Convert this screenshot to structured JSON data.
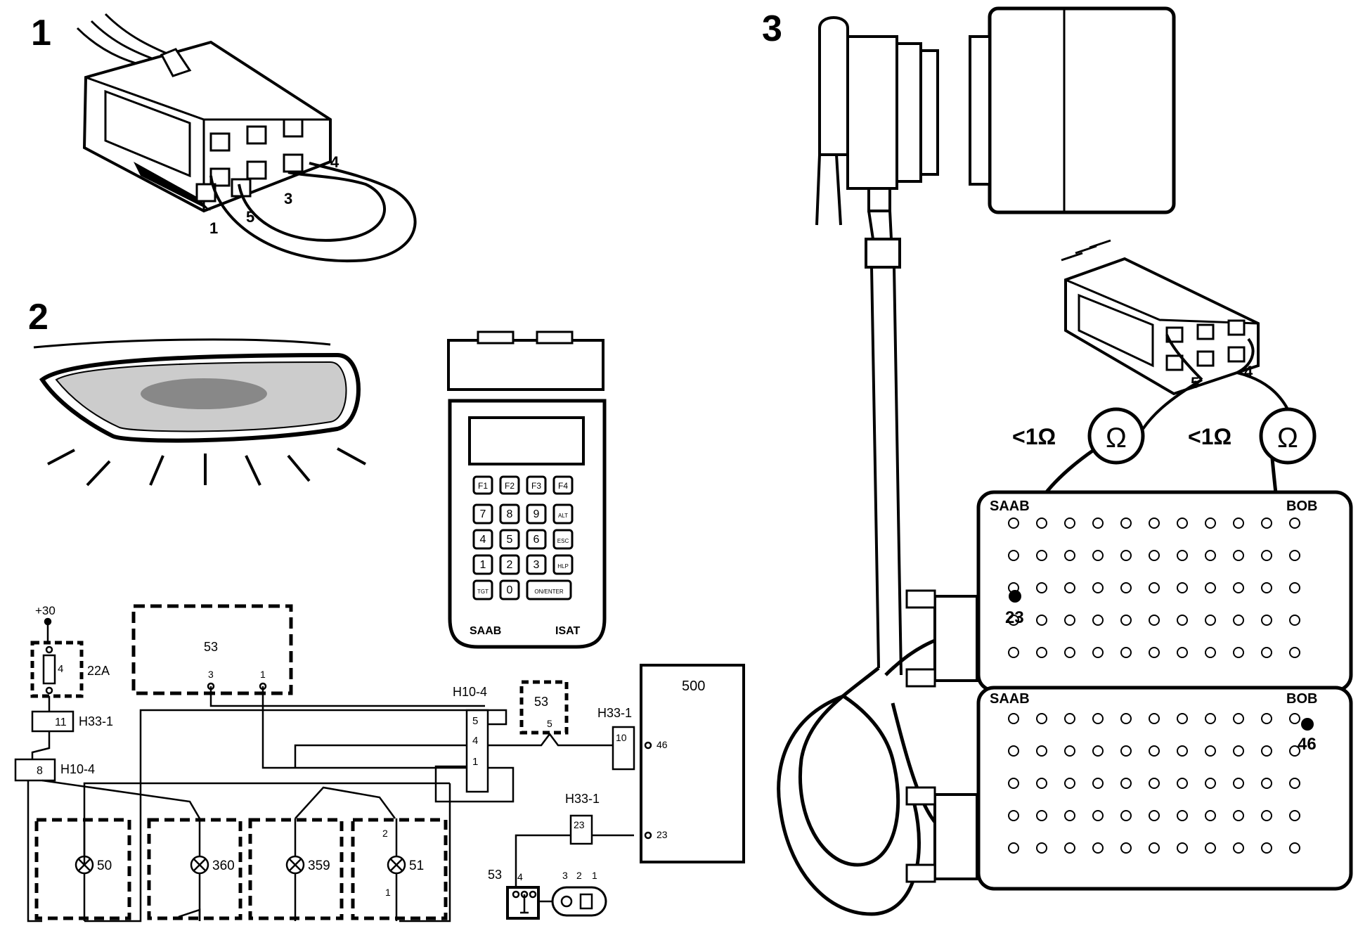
{
  "panels": {
    "p1": "1",
    "p2": "2",
    "p3": "3"
  },
  "connector1": {
    "pins": [
      "1",
      "5",
      "3",
      "4"
    ]
  },
  "connector3": {
    "pins": [
      "5",
      "4"
    ]
  },
  "isat": {
    "brand": "SAAB",
    "model": "ISAT",
    "fkeys": [
      "F1",
      "F2",
      "F3",
      "F4"
    ],
    "keys": [
      [
        "7",
        "8",
        "9",
        "ALT"
      ],
      [
        "4",
        "5",
        "6",
        "ESC"
      ],
      [
        "1",
        "2",
        "3",
        "HLP"
      ],
      [
        "TGT",
        "0",
        "ON/ENTER"
      ]
    ]
  },
  "meters": [
    {
      "reading": "<1Ω",
      "symbol": "Ω"
    },
    {
      "reading": "<1Ω",
      "symbol": "Ω"
    }
  ],
  "bob": {
    "upper_left": "SAAB",
    "upper_right": "BOB",
    "lower_left": "SAAB",
    "lower_right": "BOB",
    "pin_a": "23",
    "pin_b": "46"
  },
  "schematic": {
    "supply": "+30",
    "fuse_num": "4",
    "fuse_label": "22A",
    "conn_h33_top_pin": "11",
    "conn_h33_top_label": "H33-1",
    "conn_h10_left_pin": "8",
    "conn_h10_left_label": "H10-4",
    "unit53_label": "53",
    "unit53_pin3": "3",
    "unit53_pin1": "1",
    "h10_label": "H10-4",
    "h10_pins": [
      "5",
      "4",
      "1"
    ],
    "unit53b_label": "53",
    "unit53b_pin": "5",
    "h33_mid_label": "H33-1",
    "h33_mid_pin": "10",
    "ecu_label": "500",
    "ecu_pin_46": "46",
    "ecu_pin_23": "23",
    "h33_low_label": "H33-1",
    "h33_low_pin": "23",
    "lamps": [
      "50",
      "360",
      "359",
      "51"
    ],
    "lamp51_pin2": "2",
    "lamp51_pin1": "1",
    "switch_label": "53",
    "switch_pin": "4",
    "switch_pos": [
      "3",
      "2",
      "1"
    ]
  }
}
